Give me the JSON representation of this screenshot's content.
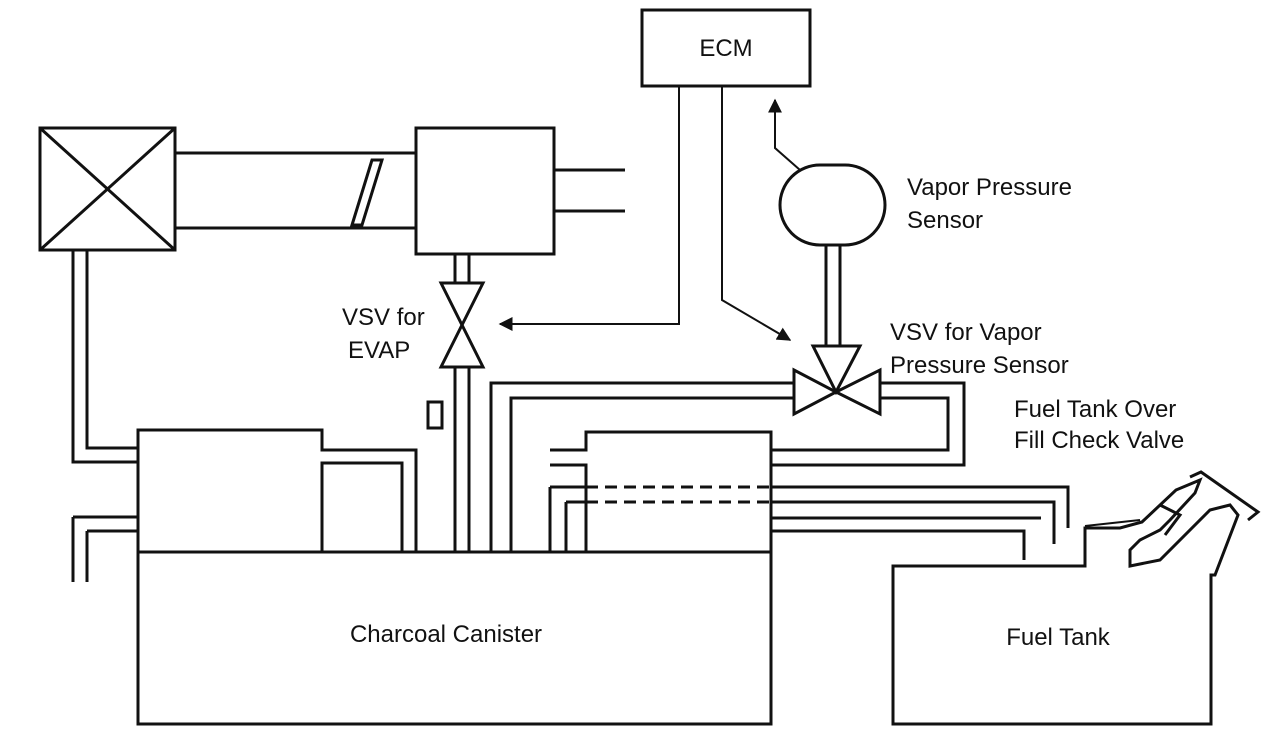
{
  "labels": {
    "ecm": "ECM",
    "vapor_pressure_sensor_line1": "Vapor Pressure",
    "vapor_pressure_sensor_line2": "Sensor",
    "vsv_evap_line1": "VSV for",
    "vsv_evap_line2": "EVAP",
    "vsv_vapor_line1": "VSV for Vapor",
    "vsv_vapor_line2": "Pressure Sensor",
    "fill_check_line1": "Fuel Tank Over",
    "fill_check_line2": "Fill Check Valve",
    "charcoal_canister": "Charcoal Canister",
    "fuel_tank": "Fuel Tank"
  },
  "colors": {
    "line": "#111111",
    "background": "#ffffff"
  }
}
